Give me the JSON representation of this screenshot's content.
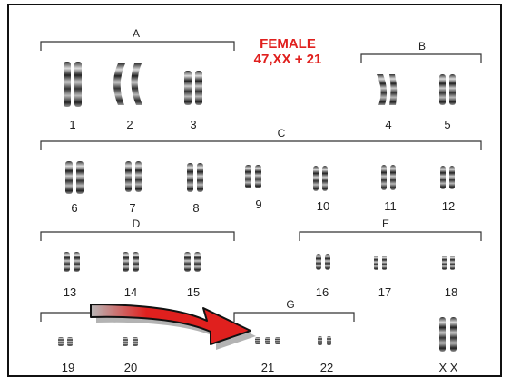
{
  "header": {
    "sex_label": "FEMALE",
    "karyotype": "47,XX + 21"
  },
  "groups": {
    "A": "A",
    "B": "B",
    "C": "C",
    "D": "D",
    "E": "E",
    "G": "G"
  },
  "chromosomes": {
    "c1": "1",
    "c2": "2",
    "c3": "3",
    "c4": "4",
    "c5": "5",
    "c6": "6",
    "c7": "7",
    "c8": "8",
    "c9": "9",
    "c10": "10",
    "c11": "11",
    "c12": "12",
    "c13": "13",
    "c14": "14",
    "c15": "15",
    "c16": "16",
    "c17": "17",
    "c18": "18",
    "c19": "19",
    "c20": "20",
    "c21": "21",
    "c22": "22",
    "sex": "X X"
  },
  "colors": {
    "arrow_fill": "#e0201e",
    "arrow_outline": "#111111",
    "title": "#e0201e"
  }
}
